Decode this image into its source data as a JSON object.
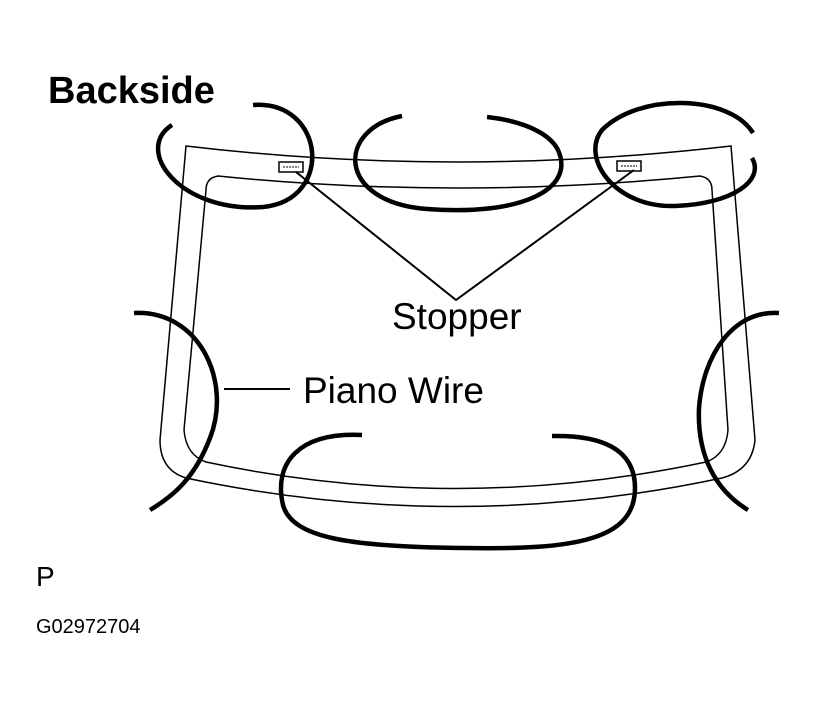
{
  "labels": {
    "title": "Backside",
    "stopper": "Stopper",
    "piano_wire": "Piano Wire",
    "view_marker": "P",
    "figure_code": "G02972704"
  },
  "colors": {
    "line": "#000000",
    "background": "#ffffff"
  }
}
